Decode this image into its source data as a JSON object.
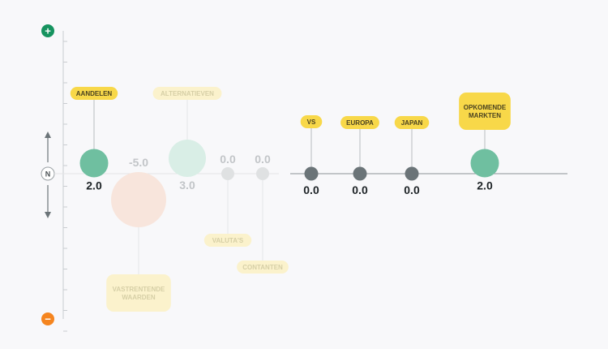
{
  "chart_data": {
    "type": "scatter",
    "title": "",
    "axis": {
      "top_marker": "+",
      "bottom_marker": "−",
      "center_label": "N",
      "top_marker_color": "#16935f",
      "bottom_marker_color": "#f5851f"
    },
    "colors": {
      "positive": "#6fbfa0",
      "negative": "#f4c4b0",
      "neutral": "#6b7478",
      "label_bg": "#f8d849",
      "label_text": "#4a4220"
    },
    "points": [
      {
        "label": "AANDELEN",
        "value": "2.0",
        "sign": "positive",
        "faded": false
      },
      {
        "label": "VASTRENTENDE\nWAARDEN",
        "value": "-5.0",
        "sign": "negative",
        "faded": true
      },
      {
        "label": "ALTERNATIEVEN",
        "value": "3.0",
        "sign": "positive",
        "faded": true
      },
      {
        "label": "VALUTA'S",
        "value": "0.0",
        "sign": "neutral",
        "faded": true
      },
      {
        "label": "CONTANTEN",
        "value": "0.0",
        "sign": "neutral",
        "faded": true
      },
      {
        "label": "VS",
        "value": "0.0",
        "sign": "neutral",
        "faded": false
      },
      {
        "label": "EUROPA",
        "value": "0.0",
        "sign": "neutral",
        "faded": false
      },
      {
        "label": "JAPAN",
        "value": "0.0",
        "sign": "neutral",
        "faded": false
      },
      {
        "label": "OPKOMENDE\nMARKTEN",
        "value": "2.0",
        "sign": "positive",
        "faded": false
      }
    ]
  }
}
